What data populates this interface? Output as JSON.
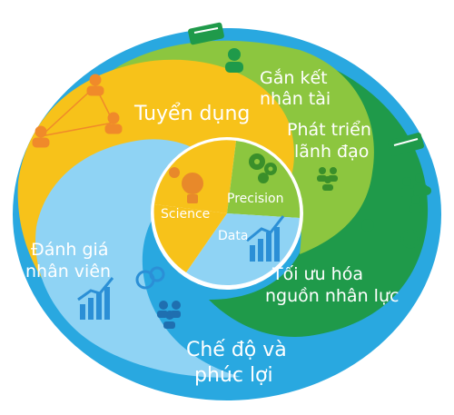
{
  "segments": {
    "tuyen_dung": "Tuyển dụng",
    "gan_ket_line1": "Gắn kết",
    "gan_ket_line2": "nhân tài",
    "phat_trien_line1": "Phát triển",
    "phat_trien_line2": "lãnh đạo",
    "danh_gia_line1": "Đánh giá",
    "danh_gia_line2": "nhân viên",
    "toi_uu_line1": "Tối ưu hóa",
    "toi_uu_line2": "nguồn nhân lực",
    "che_do_line1": "Chế độ và",
    "che_do_line2": "phúc lợi"
  },
  "core": {
    "science": "Science",
    "precision": "Precision",
    "data": "Data"
  },
  "colors": {
    "yellow": "#f7c21a",
    "light_green": "#8cc63f",
    "dark_green": "#1f9a4a",
    "light_blue": "#8fd3f4",
    "blue": "#29a8e0",
    "white": "#ffffff"
  },
  "icons": [
    "people-network-icon",
    "chat-bubble-icon",
    "person-icon",
    "team-icon",
    "gears-icon",
    "lightbulb-head-icon",
    "bar-chart-growth-icon",
    "refresh-icon"
  ]
}
